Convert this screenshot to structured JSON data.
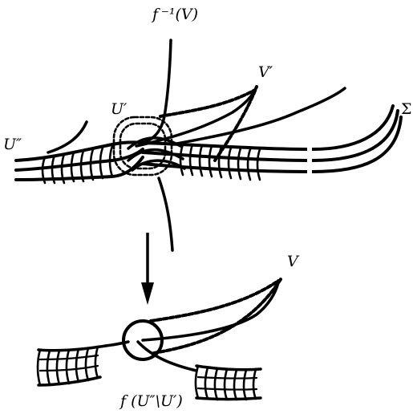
{
  "labels": {
    "preimage": "f ⁻¹(V)",
    "v_prime": "V′",
    "u_prime": "U′",
    "u_double_prime": "U″",
    "sigma": "Σ",
    "v": "V",
    "image": "f (U″\\U′)"
  },
  "colors": {
    "ink": "#000000",
    "background": "#ffffff"
  }
}
